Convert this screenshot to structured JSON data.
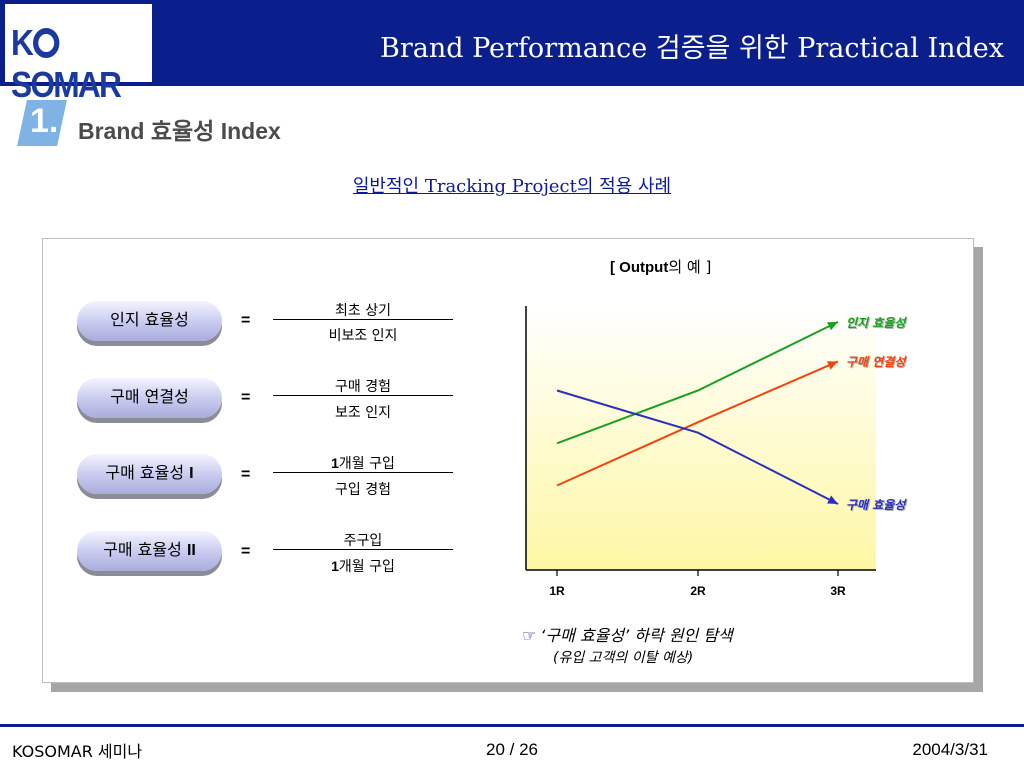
{
  "header": {
    "logo_text": "KOSOMAR",
    "title": "Brand Performance 검증을 위한 Practical Index"
  },
  "section": {
    "number": "1.",
    "title": "Brand 효율성 Index"
  },
  "subtitle": "일반적인 Tracking Project의 적용 사례",
  "output_label": {
    "bold": "[ Output",
    "rest": "의 예 ]"
  },
  "formulas": [
    {
      "name": "인지 효율성",
      "name_bold": "",
      "eq": "=",
      "numerator": "최초 상기",
      "num_bold": "",
      "denominator": "비보조 인지",
      "den_bold": ""
    },
    {
      "name": "구매 연결성",
      "name_bold": "",
      "eq": "=",
      "numerator": "구매 경험",
      "num_bold": "",
      "denominator": "보조 인지",
      "den_bold": ""
    },
    {
      "name": "구매 효율성 ",
      "name_bold": "I",
      "eq": "=",
      "numerator": "개월 구입",
      "num_bold": "1",
      "denominator": "구입 경험",
      "den_bold": ""
    },
    {
      "name": "구매 효율성 ",
      "name_bold": "II",
      "eq": "=",
      "numerator": "주구입",
      "num_bold": "",
      "denominator": "개월 구입",
      "den_bold": "1"
    }
  ],
  "chart_data": {
    "type": "line",
    "categories": [
      "1R",
      "2R",
      "3R"
    ],
    "series": [
      {
        "name": "인지 효율성",
        "values": [
          4.8,
          6.8,
          9.4
        ],
        "color": "#16a21f"
      },
      {
        "name": "구매 연결성",
        "values": [
          3.2,
          5.6,
          7.9
        ],
        "color": "#f0460e"
      },
      {
        "name": "구매 효율성",
        "values": [
          6.8,
          5.2,
          2.5
        ],
        "color": "#2b2fc0"
      }
    ],
    "ylim": [
      0,
      10
    ],
    "grid": false
  },
  "notes": {
    "icon": "hand-pointer-icon",
    "line1": "‘구매 효율성’ 하락 원인 탐색",
    "line2": "(유입 고객의 이탈 예상)"
  },
  "footer": {
    "left": "KOSOMAR 세미나",
    "page": "20 / 26",
    "date": "2004/3/31"
  }
}
